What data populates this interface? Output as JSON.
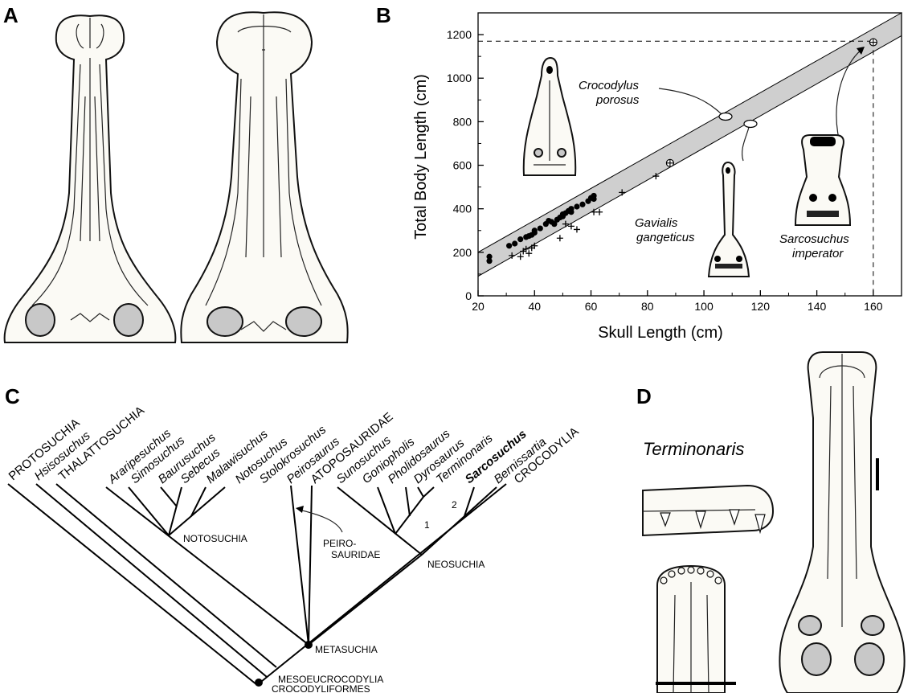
{
  "panels": {
    "a": "A",
    "b": "B",
    "c": "C",
    "d": "D"
  },
  "chart_data": {
    "type": "scatter",
    "xlabel": "Skull Length (cm)",
    "ylabel": "Total Body Length (cm)",
    "xlim": [
      20,
      170
    ],
    "ylim": [
      0,
      1300
    ],
    "xticks": [
      20,
      40,
      60,
      80,
      100,
      120,
      140,
      160
    ],
    "yticks": [
      0,
      200,
      400,
      600,
      800,
      1000,
      1200
    ],
    "grid": false,
    "series": [
      {
        "marker": "filled-circle",
        "points": [
          [
            24,
            160
          ],
          [
            24,
            180
          ],
          [
            31,
            230
          ],
          [
            33,
            240
          ],
          [
            35,
            260
          ],
          [
            37,
            270
          ],
          [
            38,
            275
          ],
          [
            39,
            280
          ],
          [
            40,
            290
          ],
          [
            40,
            300
          ],
          [
            42,
            310
          ],
          [
            44,
            330
          ],
          [
            45,
            345
          ],
          [
            46,
            340
          ],
          [
            47,
            330
          ],
          [
            48,
            350
          ],
          [
            49,
            360
          ],
          [
            50,
            365
          ],
          [
            50,
            375
          ],
          [
            51,
            380
          ],
          [
            52,
            390
          ],
          [
            53,
            385
          ],
          [
            53,
            400
          ],
          [
            55,
            410
          ],
          [
            57,
            420
          ],
          [
            59,
            435
          ],
          [
            60,
            450
          ],
          [
            61,
            445
          ],
          [
            61,
            460
          ]
        ]
      },
      {
        "marker": "plus",
        "points": [
          [
            32,
            185
          ],
          [
            35,
            180
          ],
          [
            36,
            205
          ],
          [
            37,
            215
          ],
          [
            38,
            195
          ],
          [
            39,
            220
          ],
          [
            40,
            230
          ],
          [
            49,
            265
          ],
          [
            51,
            330
          ],
          [
            53,
            320
          ],
          [
            55,
            305
          ],
          [
            61,
            385
          ],
          [
            63,
            385
          ],
          [
            71,
            475
          ],
          [
            83,
            550
          ]
        ]
      },
      {
        "marker": "crossed-circle",
        "points": [
          [
            88,
            610
          ],
          [
            160,
            1165
          ]
        ]
      }
    ],
    "regression_band": {
      "upper": [
        [
          20,
          200
        ],
        [
          170,
          1300
        ]
      ],
      "lower": [
        [
          20,
          90
        ],
        [
          170,
          1195
        ]
      ]
    },
    "reference": {
      "x": 160,
      "y": 1170
    },
    "annotations": [
      {
        "text": [
          "Crocodylus",
          "porosus"
        ],
        "x": 108,
        "y": 830
      },
      {
        "text": [
          "Gavialis",
          "gangeticus"
        ],
        "x": 117,
        "y": 795
      },
      {
        "text": [
          "Sarcosuchus",
          "imperator"
        ],
        "x": 160,
        "y": 1165
      }
    ]
  },
  "cladogram": {
    "taxa": [
      "PROTOSUCHIA",
      "Hsisosuchus",
      "THALATTOSUCHIA",
      "Araripesuchus",
      "Simosuchus",
      "Baurusuchus",
      "Sebecus",
      "Malawisuchus",
      "Notosuchus",
      "Stolokrosuchus",
      "Peirosaurus",
      "ATOPOSAURIDAE",
      "Sunosuchus",
      "Goniopholis",
      "Pholidosaurus",
      "Dyrosaurus",
      "Terminonaris",
      "Sarcosuchus",
      "Bernissartia",
      "CROCODYLIA"
    ],
    "clades": {
      "notosuchia": "NOTOSUCHIA",
      "peirosauridae_1": "PEIRO-",
      "peirosauridae_2": "SAURIDAE",
      "neosuchia": "NEOSUCHIA",
      "metasuchia": "METASUCHIA",
      "mesoeucrocodylia": "MESOEUCROCODYLIA",
      "crocodyliformes": "CROCODYLIFORMES"
    },
    "nodes": [
      "1",
      "2"
    ]
  },
  "panel_d": {
    "title": "Terminonaris"
  },
  "colors": {
    "band": "#cfcfcf",
    "orbit": "#c8c8c8",
    "ink": "#000000"
  }
}
